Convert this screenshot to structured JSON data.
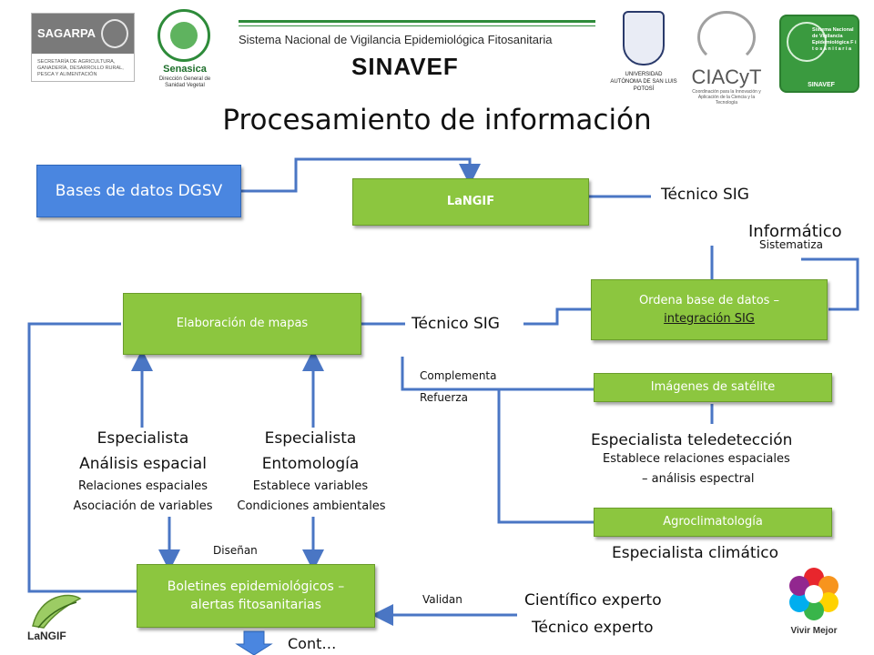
{
  "header": {
    "sagarpa": {
      "name": "SAGARPA",
      "subtitle": "SECRETARÍA DE AGRICULTURA, GANADERÍA, DESARROLLO RURAL, PESCA Y ALIMENTACIÓN"
    },
    "senasica": {
      "name": "Senasica",
      "subtitle": "Dirección General de Sanidad Vegetal"
    },
    "banner_title": "Sistema Nacional de Vigilancia Epidemiológica Fitosanitaria",
    "banner_acronym": "SINAVEF",
    "uaslp": {
      "name": "UNIVERSIDAD AUTÓNOMA DE SAN LUIS POTOSÍ"
    },
    "ciacyt": {
      "name": "CIACyT",
      "subtitle": "Coordinación para la Innovación y Aplicación de la Ciencia y la Tecnología"
    },
    "sinavef_logo": {
      "text": "Sistema Nacional de Vigilancia Epidemiológica F i t o s a n i t a r i a",
      "acronym": "SINAVEF"
    }
  },
  "title": "Procesamiento de información",
  "boxes": {
    "bases": "Bases de datos DGSV",
    "langif": "LaNGIF",
    "ordena_line1": "Ordena base de datos –",
    "ordena_line2": "integración SIG",
    "elaboracion": "Elaboración de mapas",
    "imagenes": "Imágenes de satélite",
    "agroclimatologia": "Agroclimatología",
    "boletines": "Boletines epidemiológicos – alertas fitosanitarias"
  },
  "labels": {
    "tecnico_sig_top": "Técnico SIG",
    "informatico": "Informático",
    "sistematiza": "Sistematiza",
    "tecnico_sig_mid": "Técnico SIG",
    "complementa": "Complementa",
    "refuerza": "Refuerza",
    "esp_analisis_1": "Especialista",
    "esp_analisis_2": "Análisis espacial",
    "esp_analisis_sub1": "Relaciones espaciales",
    "esp_analisis_sub2": "Asociación de variables",
    "esp_ento_1": "Especialista",
    "esp_ento_2": "Entomología",
    "esp_ento_sub1": "Establece  variables",
    "esp_ento_sub2": "Condiciones ambientales",
    "esp_tele": "Especialista teledetección",
    "esp_tele_sub1": "Establece  relaciones espaciales",
    "esp_tele_sub2": "– análisis espectral",
    "esp_clima": "Especialista climático",
    "disenan": "Diseñan",
    "validan": "Validan",
    "cientifico": "Científico experto",
    "tecnico_experto": "Técnico experto",
    "cont": "Cont…"
  },
  "footer": {
    "langif_logo": "LaNGIF",
    "vivir_mejor": "Vivir Mejor"
  },
  "colors": {
    "green_box": "#8cc63f",
    "blue_box": "#4a86e0",
    "connector": "#4a76c4"
  }
}
